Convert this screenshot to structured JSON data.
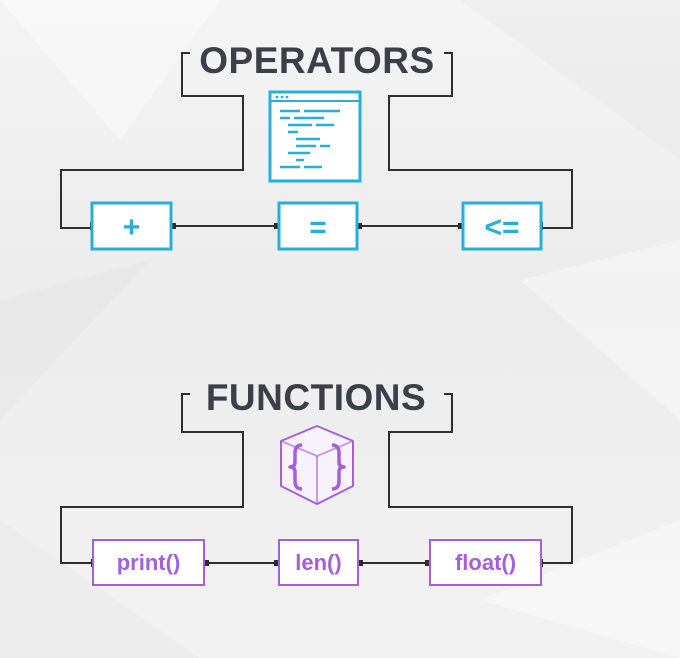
{
  "operators": {
    "title": "OPERATORS",
    "icon": "code-window-icon",
    "items": [
      "+",
      "=",
      "<="
    ],
    "color": "#27aedb"
  },
  "functions": {
    "title": "FUNCTIONS",
    "icon": "curly-braces-cube-icon",
    "items": [
      "print()",
      "len()",
      "float()"
    ],
    "color": "#a35fdc"
  }
}
